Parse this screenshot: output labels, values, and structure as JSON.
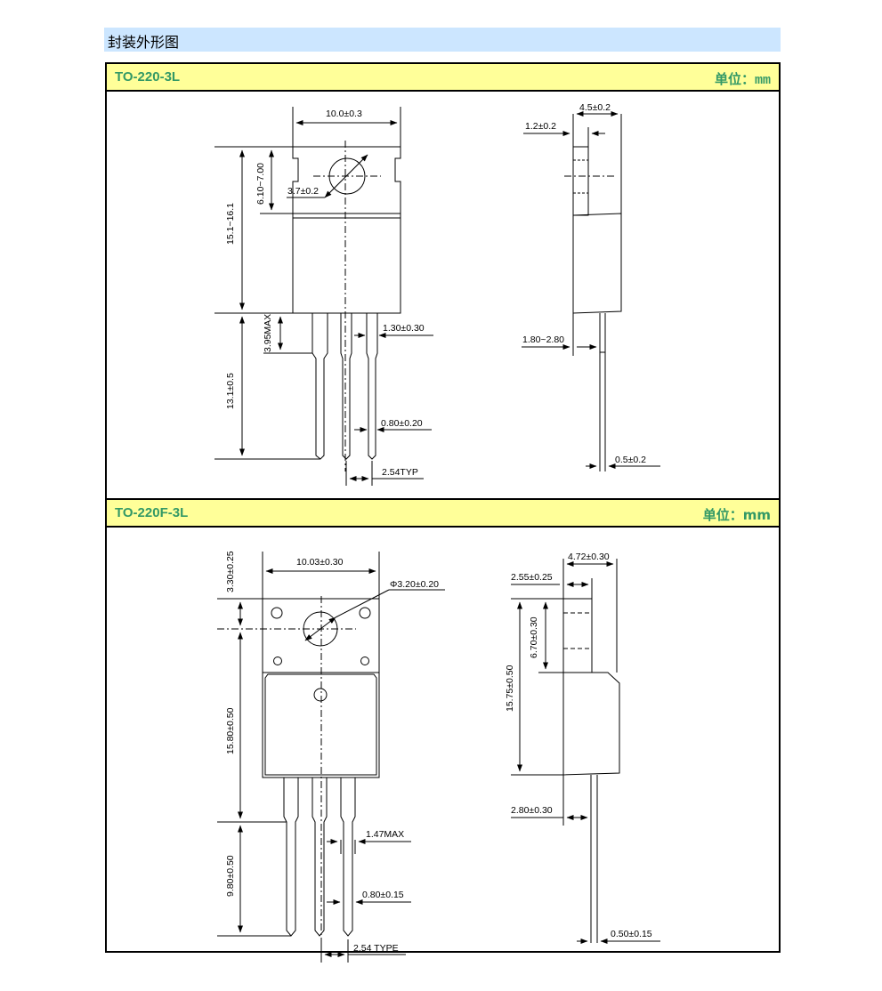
{
  "page": {
    "title": "封装外形图"
  },
  "packages": [
    {
      "name": "TO-220-3L",
      "unit_label": "单位：",
      "unit_value": "mm",
      "dims": {
        "body_width": "10.0±0.3",
        "tab_height": "6.10~7.00",
        "hole_dia": "3.7±0.2",
        "total_height": "15.1~16.1",
        "max_395": "3.95MAX",
        "lead_len": "13.1±0.5",
        "lead_w_top": "1.30±0.30",
        "lead_w": "0.80±0.20",
        "pitch": "2.54TYP",
        "side_thick": "4.5±0.2",
        "tab_thick": "1.2±0.2",
        "stand": "1.80~2.80",
        "lead_thick": "0.5±0.2"
      }
    },
    {
      "name": "TO-220F-3L",
      "unit_label": "单位：",
      "unit_value": "mm",
      "dims": {
        "top_offset": "3.30±0.25",
        "body_width": "10.03±0.30",
        "hole_dia": "Φ3.20±0.20",
        "body_height": "15.80±0.50",
        "lead_len": "9.80±0.50",
        "lead_w_top": "1.47MAX",
        "lead_w": "0.80±0.15",
        "pitch": "2.54 TYPE",
        "side_thick": "4.72±0.30",
        "step": "2.55±0.25",
        "upper_h": "6.70±0.30",
        "side_height": "15.75±0.50",
        "stand": "2.80±0.30",
        "lead_thick": "0.50±0.15"
      }
    }
  ]
}
